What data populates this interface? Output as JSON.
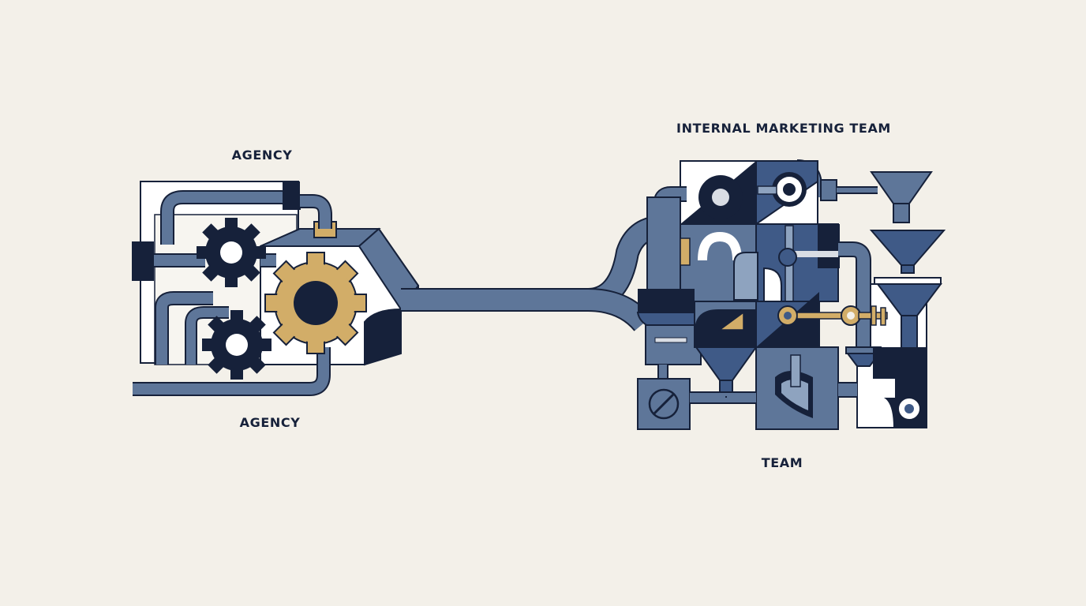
{
  "labels": {
    "agency_top": "AGENCY",
    "agency_bottom": "AGENCY",
    "internal_team": "INTERNAL MARKETING TEAM",
    "team": "TEAM"
  },
  "colors": {
    "background": "#f3f0e9",
    "navy": "#16213a",
    "slate_blue": "#5e7699",
    "mid_blue": "#3f5a87",
    "light_blue": "#8ea3bf",
    "gold": "#d2ad68",
    "white": "#ffffff"
  },
  "icons": [
    "gear-icon",
    "key-icon",
    "funnel-icon",
    "valve-icon"
  ]
}
